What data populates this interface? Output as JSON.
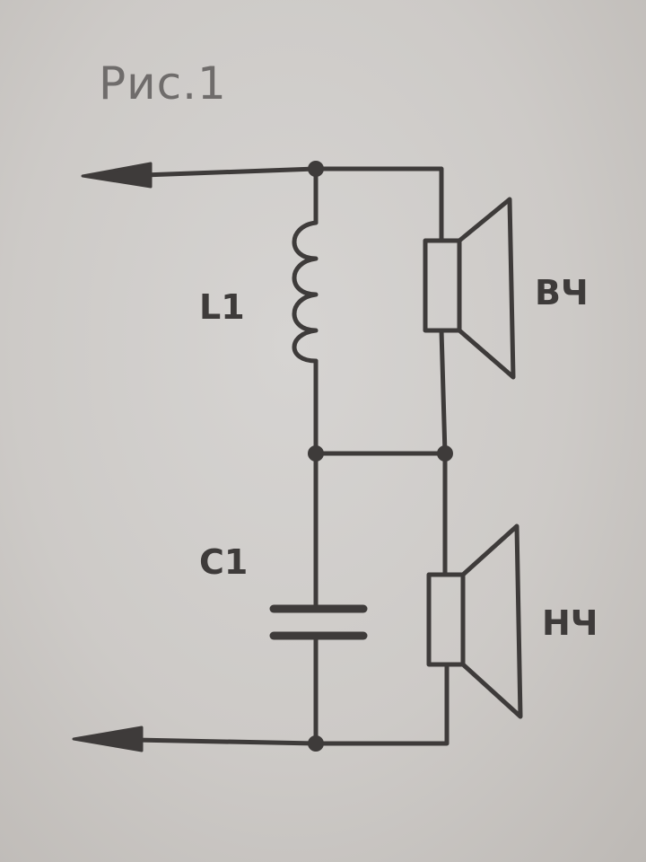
{
  "figure": {
    "caption": "Рис.1"
  },
  "components": {
    "inductor_label": "L1",
    "capacitor_label": "C1",
    "tweeter_label": "ВЧ",
    "woofer_label": "НЧ"
  },
  "colors": {
    "ink": "#3e3b3a",
    "caption": "#6f6c6b",
    "paper": "#cdcac7"
  }
}
